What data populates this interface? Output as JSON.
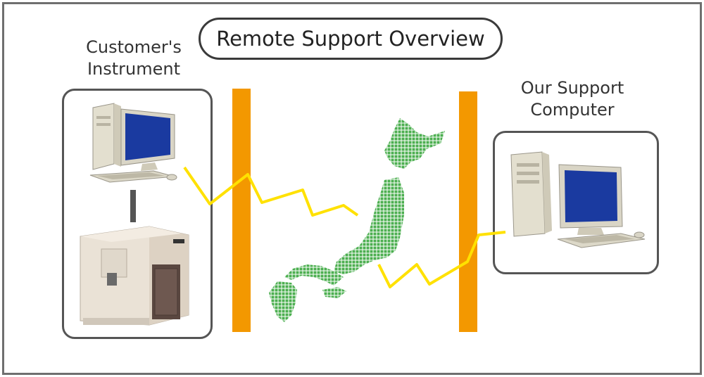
{
  "title": "Remote Support Overview",
  "customer": {
    "line1": "Customer's",
    "line2": "Instrument"
  },
  "support": {
    "line1": "Our Support",
    "line2": "Computer"
  },
  "colors": {
    "firewall": "#f39800",
    "signal": "#ffe100",
    "map": "#4caf50",
    "screen": "#1a3aa0"
  },
  "icons": [
    "desktop-computer-icon",
    "laboratory-instrument-icon",
    "japan-map-icon"
  ]
}
